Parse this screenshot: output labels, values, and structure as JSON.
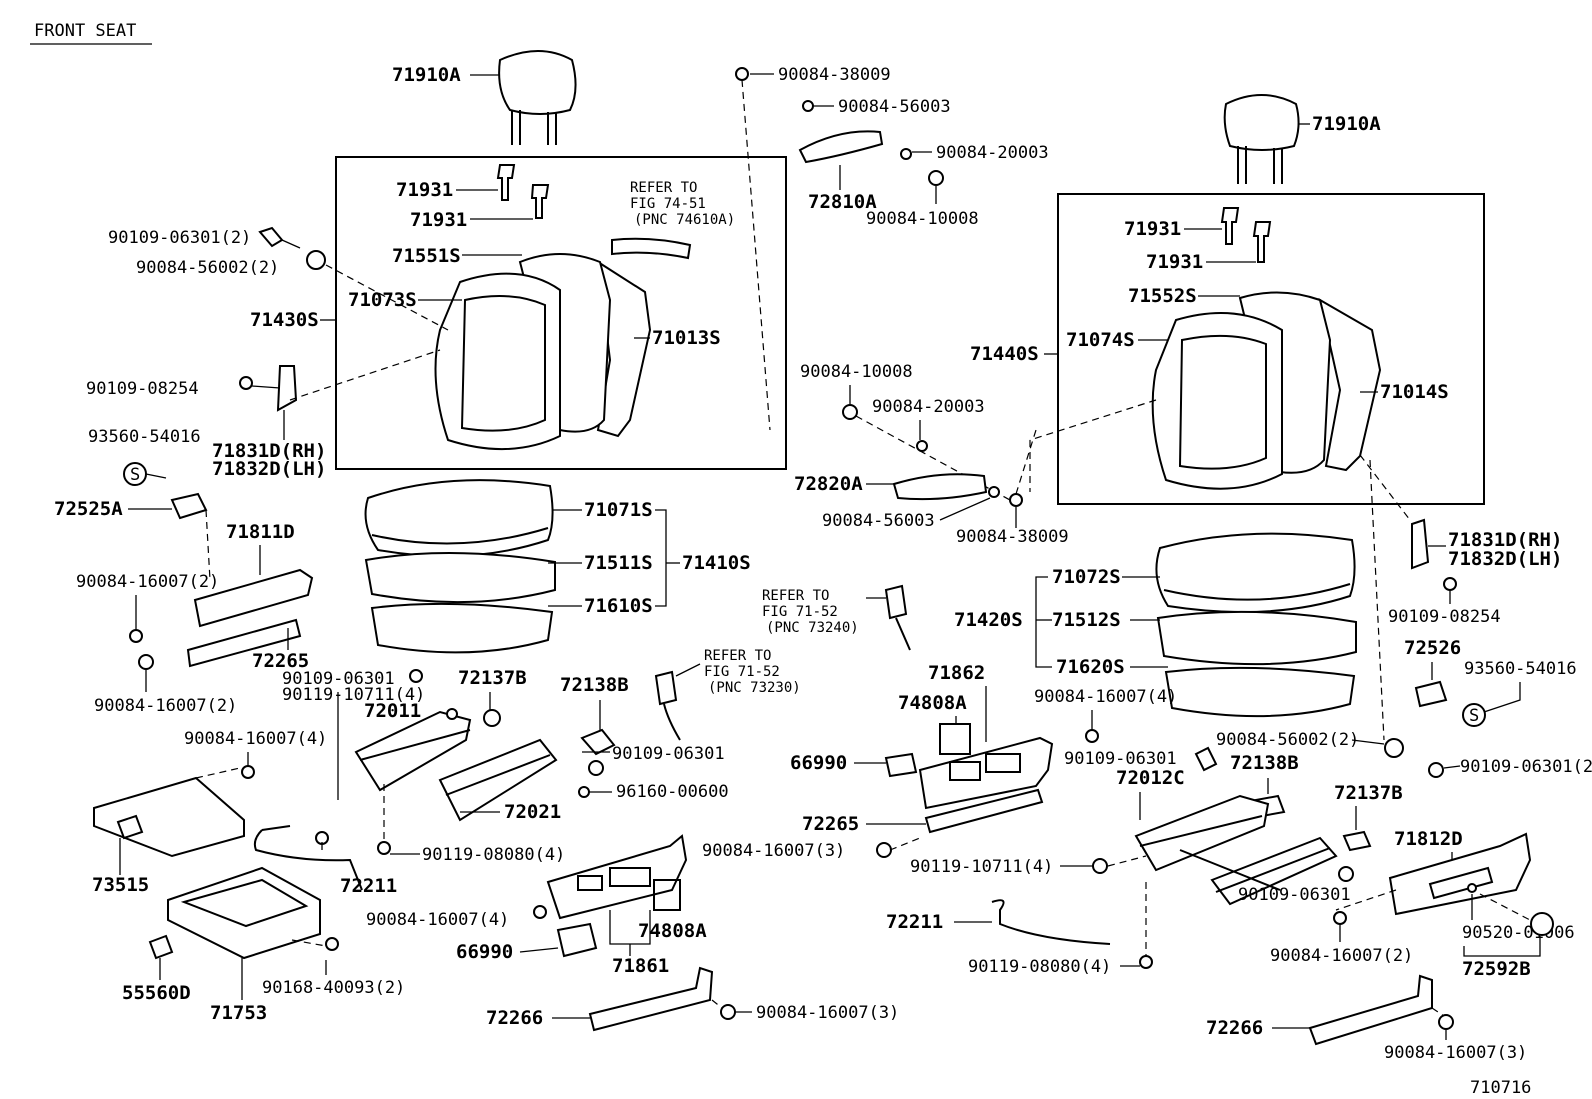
{
  "diagram": {
    "title": "FRONT SEAT",
    "figure_code": "710716",
    "left_seat": {
      "headrest": "71910A",
      "guide_1": "71931",
      "guide_2": "71931",
      "back_cover": "71551S",
      "back_pad": "71073S",
      "back_assy": "71430S",
      "back_frame": "71013S",
      "refer_line1": "REFER TO",
      "refer_line2": "FIG 74-51",
      "refer_line3": "(PNC 74610A)",
      "bolt_06301_2": "90109-06301(2)",
      "nut_56002_2": "90084-56002(2)",
      "bolt_08254": "90109-08254",
      "hinge_cover_rh": "71831D(RH)",
      "hinge_cover_lh": "71832D(LH)",
      "clip_54016": "93560-54016",
      "clip_symbol": "S",
      "knob": "72525A",
      "shield": "71811D",
      "screw_16007_2a": "90084-16007(2)",
      "screw_16007_2b": "90084-16007(2)",
      "cover_72265": "72265",
      "cushion_cover": "71071S",
      "cushion_pad": "71511S",
      "cushion_assy": "71410S",
      "cushion_frame": "71610S",
      "bolt_06301": "90109-06301",
      "bolt_10711_4": "90119-10711(4)",
      "cap_72137B": "72137B",
      "adjuster_72011": "72011",
      "cap_72138B": "72138B",
      "screw_16007_4": "90084-16007(4)",
      "bolt_06301b": "90109-06301",
      "nut_00600": "96160-00600",
      "adjuster_72021": "72021",
      "bolt_08080_4": "90119-08080(4)",
      "refer2_line1": "REFER TO",
      "refer2_line2": "FIG 71-52",
      "refer2_line3": "(PNC 73230)",
      "tray_73515": "73515",
      "wire_72211": "72211",
      "drawer_71753": "71753",
      "screw_40093_2": "90168-40093(2)",
      "knob_55560D": "55560D",
      "shield_71861": "71861",
      "screw_16007_4b": "90084-16007(4)",
      "switch_66990": "66990",
      "switch_74808A": "74808A",
      "cover_72266": "72266",
      "screw_16007_3": "90084-16007(3)"
    },
    "center": {
      "nut_38009": "90084-38009",
      "washer_56003": "90084-56003",
      "washer_20003": "90084-20003",
      "armrest_72810A": "72810A",
      "bolt_10008": "90084-10008",
      "bolt_10008b": "90084-10008",
      "washer_20003b": "90084-20003",
      "armrest_72820A": "72820A",
      "washer_56003b": "90084-56003",
      "nut_38009b": "90084-38009",
      "refer_line1": "REFER TO",
      "refer_line2": "FIG 71-52",
      "refer_line3": "(PNC 73240)"
    },
    "right_seat": {
      "headrest": "71910A",
      "guide_1": "71931",
      "guide_2": "71931",
      "back_cover": "71552S",
      "back_pad": "71074S",
      "back_assy": "71440S",
      "back_frame": "71014S",
      "hinge_cover_rh": "71831D(RH)",
      "hinge_cover_lh": "71832D(LH)",
      "bolt_08254": "90109-08254",
      "knob": "72526",
      "clip_54016": "93560-54016",
      "clip_symbol": "S",
      "cushion_cover": "71072S",
      "cushion_pad": "71512S",
      "cushion_assy": "71420S",
      "cushion_frame": "71620S",
      "shield_71862": "71862",
      "switch_74808A": "74808A",
      "switch_66990": "66990",
      "screw_16007_4": "90084-16007(4)",
      "bolt_06301": "90109-06301",
      "nut_56002_2": "90084-56002(2)",
      "bolt_06301_2": "90109-06301(2)",
      "adjuster_72012C": "72012C",
      "cap_72138B": "72138B",
      "cover_72265": "72265",
      "screw_16007_3": "90084-16007(3)",
      "cap_72137B": "72137B",
      "shield_71812D": "71812D",
      "bolt_10711_4": "90119-10711(4)",
      "bolt_06301b": "90109-06301",
      "wire_72211": "72211",
      "clip_01006": "90520-01006",
      "screw_16007_2": "90084-16007(2)",
      "cap_72592B": "72592B",
      "bolt_08080_4": "90119-08080(4)",
      "cover_72266": "72266",
      "screw_16007_3b": "90084-16007(3)"
    }
  }
}
